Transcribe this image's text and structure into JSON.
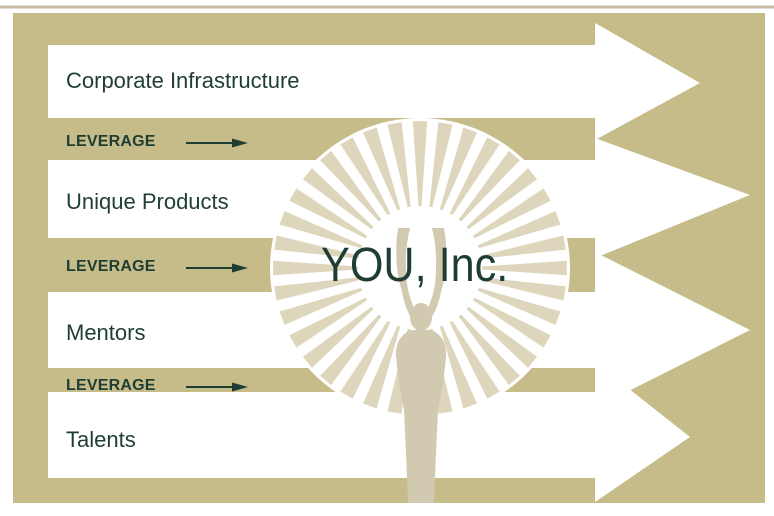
{
  "colors": {
    "background": "#c5bc8a",
    "arrow_fill": "#ffffff",
    "text": "#1f3d33",
    "burst": "#ddd6bc",
    "figure": "#d2cab0",
    "top_border": "#c9b9a8"
  },
  "center": {
    "title": "YOU, Inc."
  },
  "arrows": [
    {
      "label": "Corporate Infrastructure"
    },
    {
      "label": "Unique Products"
    },
    {
      "label": "Mentors"
    },
    {
      "label": "Talents"
    }
  ],
  "leverage": [
    {
      "label": "LEVERAGE"
    },
    {
      "label": "LEVERAGE"
    },
    {
      "label": "LEVERAGE"
    }
  ],
  "icons": {
    "burst": "sunburst-icon",
    "figure": "raised-arms-figure-icon",
    "leverage_arrow": "right-arrow-icon"
  }
}
